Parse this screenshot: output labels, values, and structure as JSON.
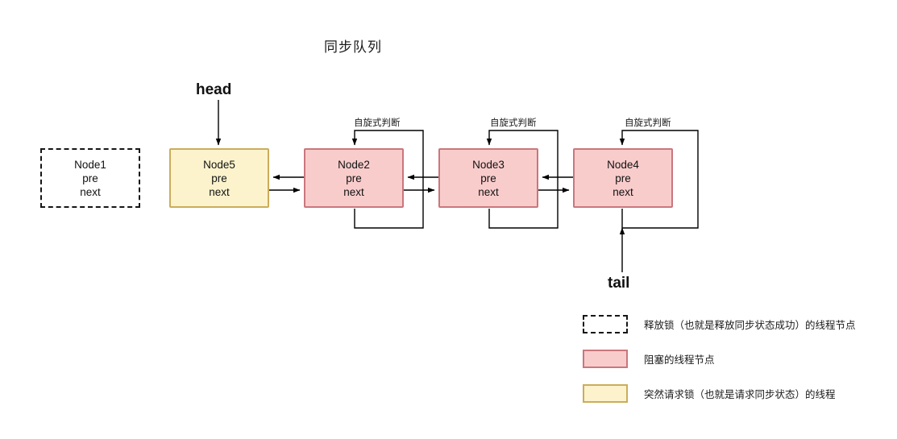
{
  "diagram": {
    "title": "同步队列",
    "pointers": {
      "head": "head",
      "tail": "tail"
    },
    "spin_labels": [
      "自旋式判断",
      "自旋式判断",
      "自旋式判断"
    ],
    "node_fields": {
      "pre": "pre",
      "next": "next"
    },
    "nodes": [
      {
        "name": "Node1",
        "pre": "pre",
        "next": "next",
        "state": "released"
      },
      {
        "name": "Node5",
        "pre": "pre",
        "next": "next",
        "state": "requesting"
      },
      {
        "name": "Node2",
        "pre": "pre",
        "next": "next",
        "state": "blocked"
      },
      {
        "name": "Node3",
        "pre": "pre",
        "next": "next",
        "state": "blocked"
      },
      {
        "name": "Node4",
        "pre": "pre",
        "next": "next",
        "state": "blocked"
      }
    ],
    "legend": [
      {
        "swatch": "released",
        "label": "释放锁（也就是释放同步状态成功）的线程节点"
      },
      {
        "swatch": "blocked",
        "label": "阻塞的线程节点"
      },
      {
        "swatch": "requesting",
        "label": "突然请求锁（也就是请求同步状态）的线程"
      }
    ],
    "colors": {
      "blocked_fill": "#f9cccc",
      "blocked_border": "#c9777d",
      "requesting_fill": "#fcf3cd",
      "requesting_border": "#ccac5b",
      "released_border": "#161616",
      "line": "#000000",
      "background": "#ffffff"
    }
  }
}
